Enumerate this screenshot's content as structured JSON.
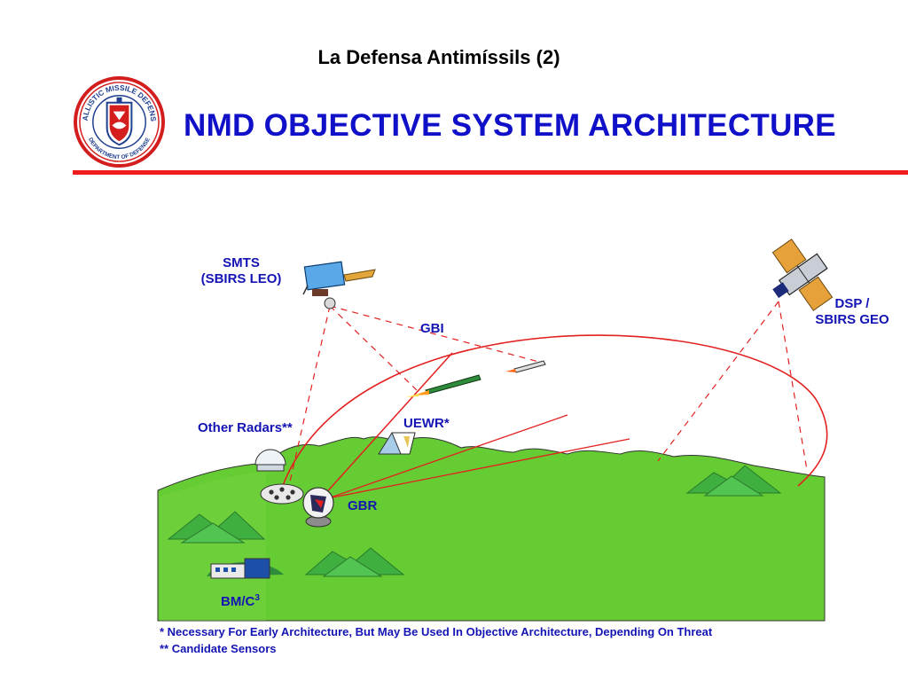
{
  "slide": {
    "title": "La Defensa Antimíssils (2)"
  },
  "header": {
    "title": "NMD OBJECTIVE SYSTEM ARCHITECTURE",
    "rule_color": "#ee1c1c"
  },
  "seal": {
    "outer_text": "BALLISTIC MISSILE DEFENSE",
    "inner_text": "DEPARTMENT OF DEFENSE",
    "icon": "bmd-seal-icon"
  },
  "labels": {
    "smts_line1": "SMTS",
    "smts_line2": "(SBIRS LEO)",
    "gbi": "GBI",
    "dsp_line1": "DSP /",
    "dsp_line2": "SBIRS GEO",
    "other_radars": "Other Radars**",
    "uewr": "UEWR*",
    "gbr": "GBR",
    "bmc3": "BM/C",
    "bmc3_sup": "3"
  },
  "footnotes": {
    "early": "* Necessary For Early Architecture, But May Be Used In Objective Architecture, Depending On Threat",
    "candidate": "** Candidate Sensors"
  },
  "colors": {
    "text_blue": "#1414b4",
    "ground_green": "#66cc33",
    "track_red": "#e32020"
  }
}
